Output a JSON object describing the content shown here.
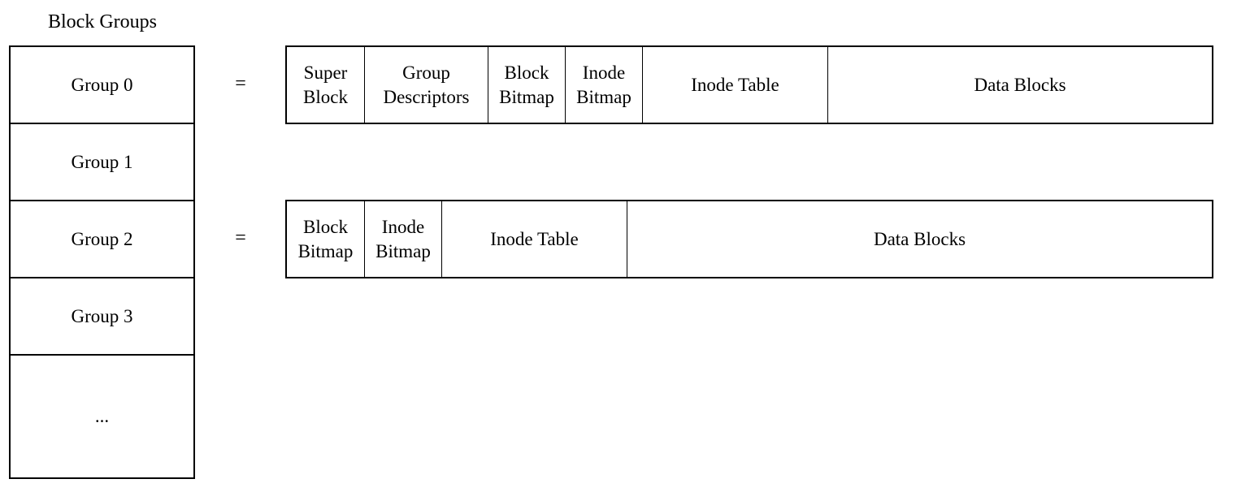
{
  "title": "Block Groups",
  "groups": [
    "Group 0",
    "Group 1",
    "Group 2",
    "Group 3",
    "..."
  ],
  "equals": "=",
  "row_group0": {
    "segments": [
      {
        "lines": [
          "Super",
          "Block"
        ]
      },
      {
        "lines": [
          "Group",
          "Descriptors"
        ]
      },
      {
        "lines": [
          "Block",
          "Bitmap"
        ]
      },
      {
        "lines": [
          "Inode",
          "Bitmap"
        ]
      },
      {
        "lines": [
          "Inode Table"
        ]
      },
      {
        "lines": [
          "Data Blocks"
        ]
      }
    ]
  },
  "row_group2": {
    "segments": [
      {
        "lines": [
          "Block",
          "Bitmap"
        ]
      },
      {
        "lines": [
          "Inode",
          "Bitmap"
        ]
      },
      {
        "lines": [
          "Inode Table"
        ]
      },
      {
        "lines": [
          "Data Blocks"
        ]
      }
    ]
  }
}
